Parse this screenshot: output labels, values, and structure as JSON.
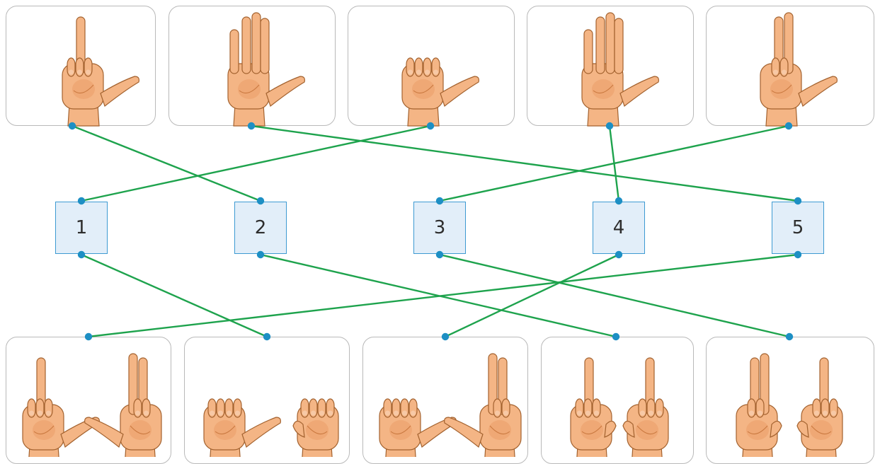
{
  "numbers": [
    {
      "label": "1"
    },
    {
      "label": "2"
    },
    {
      "label": "3"
    },
    {
      "label": "4"
    },
    {
      "label": "5"
    }
  ],
  "top_cards": [
    {
      "gesture": "index-and-thumb",
      "name": "top-card-1"
    },
    {
      "gesture": "open-palm-five",
      "name": "top-card-2"
    },
    {
      "gesture": "thumb-only",
      "name": "top-card-3"
    },
    {
      "gesture": "four-fingers-thumb",
      "name": "top-card-4"
    },
    {
      "gesture": "two-fingers-thumb",
      "name": "top-card-5"
    }
  ],
  "bottom_cards": [
    {
      "gestures": [
        "index-and-thumb",
        "two-fingers-thumb"
      ],
      "name": "bottom-card-1"
    },
    {
      "gestures": [
        "thumb-only",
        "fist"
      ],
      "name": "bottom-card-2"
    },
    {
      "gestures": [
        "thumb-only",
        "two-fingers-thumb"
      ],
      "name": "bottom-card-3"
    },
    {
      "gestures": [
        "index-finger",
        "index-finger"
      ],
      "name": "bottom-card-4"
    },
    {
      "gestures": [
        "two-fingers",
        "index-finger"
      ],
      "name": "bottom-card-5"
    }
  ],
  "connections_top": [
    {
      "card": 1,
      "number": 2
    },
    {
      "card": 2,
      "number": 5
    },
    {
      "card": 3,
      "number": 1
    },
    {
      "card": 4,
      "number": 4
    },
    {
      "card": 5,
      "number": 3
    }
  ],
  "connections_bottom": [
    {
      "number": 1,
      "card": 2
    },
    {
      "number": 2,
      "card": 4
    },
    {
      "number": 3,
      "card": 5
    },
    {
      "number": 4,
      "card": 3
    },
    {
      "number": 5,
      "card": 1
    }
  ],
  "colors": {
    "line": "#1ea34d",
    "dot": "#1d8fc4",
    "box_fill": "#e2eef9",
    "box_border": "#3d9ad2",
    "card_border": "#b9b9b9",
    "skin": "#f4b585",
    "skin_shadow": "#e99a62",
    "skin_outline": "#a3622f"
  }
}
